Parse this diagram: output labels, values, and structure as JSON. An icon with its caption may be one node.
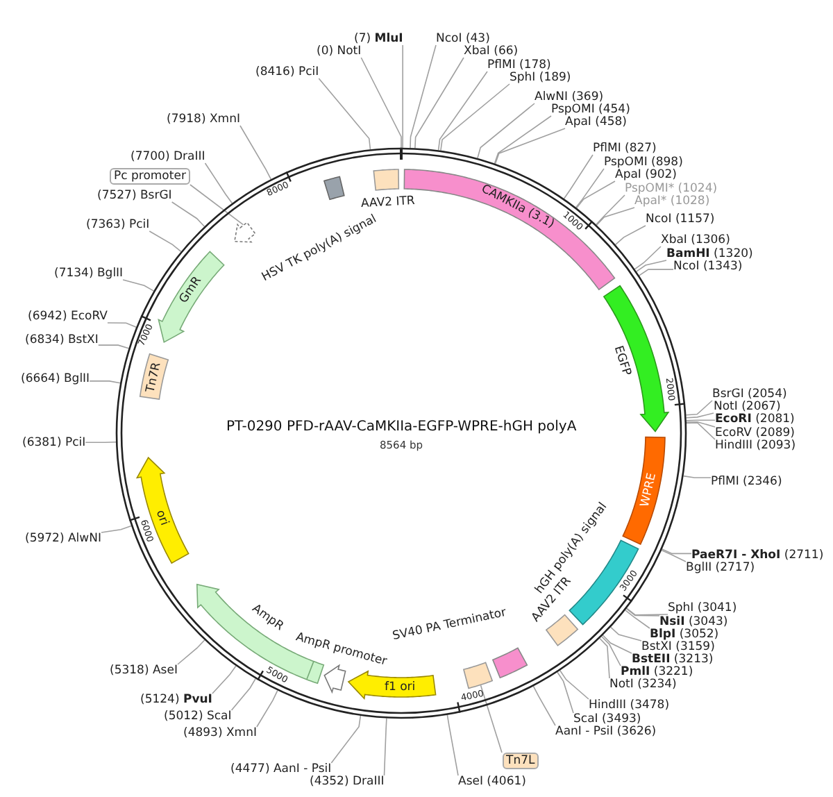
{
  "diagram": {
    "title": "PT-0290 PFD-rAAV-CaMKIIa-EGFP-WPRE-hGH polyA",
    "nodes": [
      {
        "text": [],
        "shape": "circle"
      },
      {
        "text": [
          "AAV2 ITR"
        ],
        "in": 0
      },
      {
        "text": [
          "CAMKIIa (3.1)"
        ],
        "in": 0
      },
      {
        "text": [
          "EGFP"
        ],
        "in": 0
      },
      {
        "text": [
          "WPRE"
        ],
        "in": 0
      },
      {
        "text": [
          "hGH poly(A) signal"
        ],
        "in": 0
      },
      {
        "text": [
          "AAV2 ITR"
        ],
        "in": 0
      },
      {
        "text": [
          "SV40 PA Terminator"
        ],
        "in": 0
      },
      {
        "text": [],
        "shape": "box",
        "in": 0
      },
      {
        "text": [
          "f1 ori"
        ],
        "in": 0
      },
      {
        "text": [
          "AmpR promoter"
        ],
        "in": 0
      },
      {
        "text": [
          "AmpR"
        ],
        "in": 0
      },
      {
        "text": [
          "ori"
        ],
        "in": 0
      },
      {
        "text": [
          "Tn7R"
        ],
        "in": 0
      },
      {
        "text": [
          "GmR"
        ],
        "in": 0
      },
      {
        "text": [],
        "shape": "arrow",
        "in": 0
      },
      {
        "text": [
          "HSV TK poly(A) signal"
        ],
        "in": 0
      },
      {
        "text": [
          "Tn7L"
        ]
      },
      {
        "text": [
          "Pc promoter"
        ]
      },
      {
        "text": [
          "(0) NotI"
        ]
      },
      {
        "text": [
          "(7) **MluI**"
        ]
      },
      {
        "text": [
          "NcoI (43)"
        ]
      },
      {
        "text": [
          "XbaI (66)"
        ]
      },
      {
        "text": [
          "PflMI (178)"
        ]
      },
      {
        "text": [
          "SphI (189)"
        ]
      },
      {
        "text": [
          "AlwNI (369)"
        ]
      },
      {
        "text": [
          "PspOMI (454)"
        ]
      },
      {
        "text": [
          "ApaI (458)"
        ]
      },
      {
        "text": [
          "PflMI (827)"
        ]
      },
      {
        "text": [
          "PspOMI (898)"
        ]
      },
      {
        "text": [
          "ApaI (902)"
        ]
      },
      {
        "text": [
          "PspOMI* (1024)"
        ]
      },
      {
        "text": [
          "ApaI* (1028)"
        ]
      },
      {
        "text": [
          "NcoI (1157)"
        ]
      },
      {
        "text": [
          "XbaI (1306)"
        ]
      },
      {
        "text": [
          "**BamHI** (1320)"
        ]
      },
      {
        "text": [
          "NcoI (1343)"
        ]
      },
      {
        "text": [
          "BsrGI (2054)"
        ]
      },
      {
        "text": [
          "NotI (2067)"
        ]
      },
      {
        "text": [
          "**EcoRI** (2081)"
        ]
      },
      {
        "text": [
          "EcoRV (2089)"
        ]
      },
      {
        "text": [
          "HindIII (2093)"
        ]
      },
      {
        "text": [
          "PflMI (2346)"
        ]
      },
      {
        "text": [
          "**PaeR7I - XhoI** (2711)"
        ]
      },
      {
        "text": [
          "BglII (2717)"
        ]
      },
      {
        "text": [
          "SphI (3041)"
        ]
      },
      {
        "text": [
          "**NsiI** (3043)"
        ]
      },
      {
        "text": [
          "**BlpI** (3052)"
        ]
      },
      {
        "text": [
          "BstXI (3159)"
        ]
      },
      {
        "text": [
          "**BstEII** (3213)"
        ]
      },
      {
        "text": [
          "**PmlI** (3221)"
        ]
      },
      {
        "text": [
          "NotI (3234)"
        ]
      },
      {
        "text": [
          "HindIII (3478)"
        ]
      },
      {
        "text": [
          "ScaI (3493)"
        ]
      },
      {
        "text": [
          "AanI - PsiI (3626)"
        ]
      },
      {
        "text": [
          "AseI (4061)"
        ]
      },
      {
        "text": [
          "(4352) DraIII"
        ]
      },
      {
        "text": [
          "(4477) AanI - PsiI"
        ]
      },
      {
        "text": [
          "(4893) XmnI"
        ]
      },
      {
        "text": [
          "(5012) ScaI"
        ]
      },
      {
        "text": [
          "(5124) **PvuI**"
        ]
      },
      {
        "text": [
          "(5318) AseI"
        ]
      },
      {
        "text": [
          "(5972) AlwNI"
        ]
      },
      {
        "text": [
          "(6381) PciI"
        ]
      },
      {
        "text": [
          "(6664) BglII"
        ]
      },
      {
        "text": [
          "(6834) BstXI"
        ]
      },
      {
        "text": [
          "(6942) EcoRV"
        ]
      },
      {
        "text": [
          "(7134) BglII"
        ]
      },
      {
        "text": [
          "(7363) PciI"
        ]
      },
      {
        "text": [
          "(7527) BsrGI"
        ]
      },
      {
        "text": [
          "(7700) DraIII"
        ]
      },
      {
        "text": [
          "(7918) XmnI"
        ]
      },
      {
        "text": [
          "(8416) PciI"
        ]
      }
    ],
    "edges": [
      {
        "from": 17,
        "to": 8,
        "arrow": "none"
      },
      {
        "from": 18,
        "to": 15,
        "arrow": "none"
      },
      {
        "from": 19,
        "to": 0,
        "arrow": "none"
      },
      {
        "from": 20,
        "to": 0,
        "arrow": "none"
      },
      {
        "from": 21,
        "to": 0,
        "arrow": "none"
      },
      {
        "from": 22,
        "to": 0,
        "arrow": "none"
      },
      {
        "from": 23,
        "to": 0,
        "arrow": "none"
      },
      {
        "from": 24,
        "to": 0,
        "arrow": "none"
      },
      {
        "from": 25,
        "to": 0,
        "arrow": "none"
      },
      {
        "from": 26,
        "to": 0,
        "arrow": "none"
      },
      {
        "from": 27,
        "to": 0,
        "arrow": "none"
      },
      {
        "from": 28,
        "to": 0,
        "arrow": "none"
      },
      {
        "from": 29,
        "to": 0,
        "arrow": "none"
      },
      {
        "from": 30,
        "to": 0,
        "arrow": "none"
      },
      {
        "from": 31,
        "to": 0,
        "arrow": "none"
      },
      {
        "from": 32,
        "to": 0,
        "arrow": "none"
      },
      {
        "from": 33,
        "to": 0,
        "arrow": "none"
      },
      {
        "from": 34,
        "to": 0,
        "arrow": "none"
      },
      {
        "from": 35,
        "to": 0,
        "arrow": "none"
      },
      {
        "from": 36,
        "to": 0,
        "arrow": "none"
      },
      {
        "from": 37,
        "to": 0,
        "arrow": "none"
      },
      {
        "from": 38,
        "to": 0,
        "arrow": "none"
      },
      {
        "from": 39,
        "to": 0,
        "arrow": "none"
      },
      {
        "from": 40,
        "to": 0,
        "arrow": "none"
      },
      {
        "from": 41,
        "to": 0,
        "arrow": "none"
      },
      {
        "from": 42,
        "to": 0,
        "arrow": "none"
      },
      {
        "from": 43,
        "to": 0,
        "arrow": "none"
      },
      {
        "from": 44,
        "to": 0,
        "arrow": "none"
      },
      {
        "from": 45,
        "to": 0,
        "arrow": "none"
      },
      {
        "from": 46,
        "to": 0,
        "arrow": "none"
      },
      {
        "from": 47,
        "to": 0,
        "arrow": "none"
      },
      {
        "from": 48,
        "to": 0,
        "arrow": "none"
      },
      {
        "from": 49,
        "to": 0,
        "arrow": "none"
      },
      {
        "from": 50,
        "to": 0,
        "arrow": "none"
      },
      {
        "from": 51,
        "to": 0,
        "arrow": "none"
      },
      {
        "from": 52,
        "to": 0,
        "arrow": "none"
      },
      {
        "from": 53,
        "to": 0,
        "arrow": "none"
      },
      {
        "from": 54,
        "to": 0,
        "arrow": "none"
      },
      {
        "from": 55,
        "to": 0,
        "arrow": "none"
      },
      {
        "from": 56,
        "to": 0,
        "arrow": "none"
      },
      {
        "from": 57,
        "to": 0,
        "arrow": "none"
      },
      {
        "from": 58,
        "to": 0,
        "arrow": "none"
      },
      {
        "from": 59,
        "to": 0,
        "arrow": "none"
      },
      {
        "from": 60,
        "to": 0,
        "arrow": "none"
      },
      {
        "from": 61,
        "to": 0,
        "arrow": "none"
      },
      {
        "from": 62,
        "to": 0,
        "arrow": "none"
      },
      {
        "from": 63,
        "to": 0,
        "arrow": "none"
      },
      {
        "from": 64,
        "to": 0,
        "arrow": "none"
      },
      {
        "from": 65,
        "to": 0,
        "arrow": "none"
      },
      {
        "from": 66,
        "to": 0,
        "arrow": "none"
      },
      {
        "from": 67,
        "to": 0,
        "arrow": "none"
      },
      {
        "from": 68,
        "to": 0,
        "arrow": "none"
      },
      {
        "from": 69,
        "to": 0,
        "arrow": "none"
      },
      {
        "from": 70,
        "to": 0,
        "arrow": "none"
      },
      {
        "from": 71,
        "to": 0,
        "arrow": "none"
      },
      {
        "from": 72,
        "to": 0,
        "arrow": "none"
      }
    ],
    "labels": [
      "8564 bp",
      "1000",
      "2000",
      "3000",
      "4000",
      "5000",
      "6000",
      "7000",
      "8000"
    ]
  }
}
